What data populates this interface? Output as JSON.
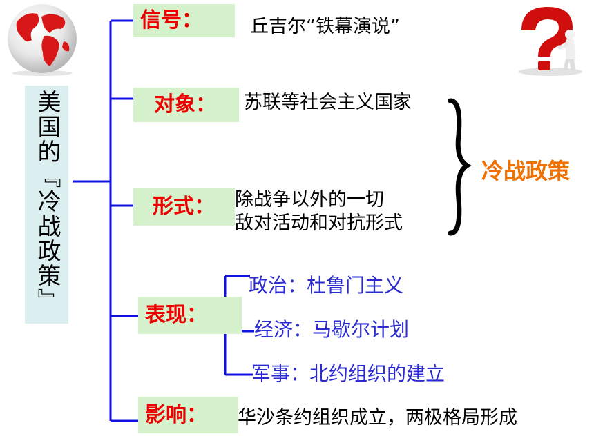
{
  "title": "美国的『冷战政策』",
  "categories": {
    "signal": "信号：",
    "target": "对象：",
    "form": "形式：",
    "manifestation": "表现：",
    "impact": "影响："
  },
  "content": {
    "signal": "丘吉尔“铁幕演说”",
    "target": "苏联等社会主义国家",
    "form_line1": "除战争以外的一切",
    "form_line2": "敌对活动和对抗形式",
    "impact": "华沙条约组织成立，两极格局形成"
  },
  "manifestations": [
    "政治：杜鲁门主义",
    "经济：马歇尔计划",
    "军事：北约组织的建立"
  ],
  "brace_result": "冷战政策",
  "colors": {
    "category_text": "#ee0000",
    "category_bg": "#d6f2cc",
    "connector": "#1010e0",
    "manifestation_text": "#2b2bd0",
    "result_text": "#f07000",
    "title_bg": "#dbeef0"
  },
  "icons": [
    "globe-icon",
    "question-mark-icon"
  ]
}
